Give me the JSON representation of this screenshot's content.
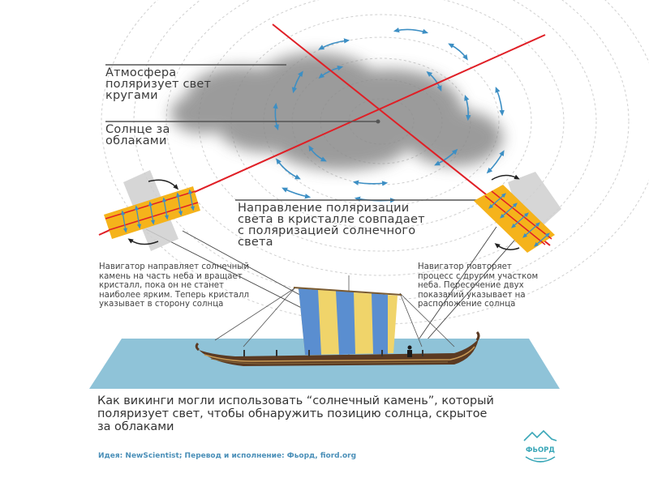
{
  "labels": {
    "atmosphere": [
      "Атмосфера",
      "поляризует свет",
      "кругами"
    ],
    "sun": [
      "Солнце за",
      "облаками"
    ],
    "direction": [
      "Направление поляризации",
      "света в кристалле совпадает",
      "с поляризацией солнечного",
      "света"
    ],
    "nav_left": [
      "Навигатор направляет солнечный",
      "камень на часть неба и вращает",
      "кристалл, пока он не станет",
      "наиболее ярким. Теперь кристалл",
      "указывает в сторону солнца"
    ],
    "nav_right": [
      "Навигатор повторяет",
      "процесс с другим участком",
      "неба. Пересечение двух",
      "показаний указывает на",
      "расположение солнца"
    ]
  },
  "caption": [
    "Как викинги могли использовать “солнечный камень”, который",
    "поляризует свет, чтобы обнаружить позицию солнца, скрытое",
    "за облаками"
  ],
  "credits": "Идея: NewScientist;  Перевод и исполнение: Фьорд, fiord.org",
  "logo_text": "ФЬОРД",
  "colors": {
    "red_line": "#e01f26",
    "arrow_blue": "#3d8fc4",
    "crystal_orange": "#f5b31b",
    "sea": "#8fc3d8",
    "sail_blue": "#5a8ed0",
    "sail_yellow": "#f0d46a",
    "logo_teal": "#3aa7b8"
  }
}
